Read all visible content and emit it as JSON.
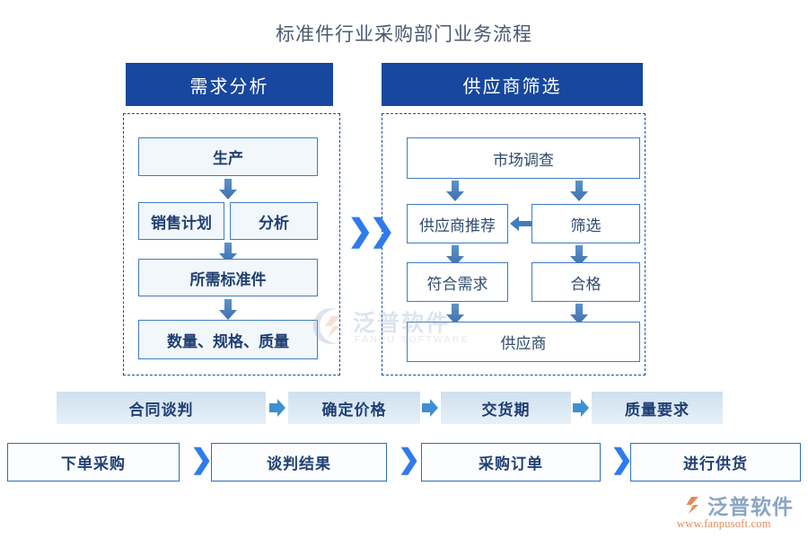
{
  "title": "标准件行业采购部门业务流程",
  "columns": [
    {
      "id": "demand-analysis",
      "header": "需求分析",
      "nodes": [
        {
          "key": "production",
          "label": "生产"
        },
        {
          "key": "sales-plan",
          "label": "销售计划"
        },
        {
          "key": "analysis",
          "label": "分析"
        },
        {
          "key": "required-standard-parts",
          "label": "所需标准件"
        },
        {
          "key": "qty-spec-quality",
          "label": "数量、规格、质量"
        }
      ]
    },
    {
      "id": "supplier-screening",
      "header": "供应商筛选",
      "nodes": [
        {
          "key": "market-research",
          "label": "市场调查"
        },
        {
          "key": "supplier-recommend",
          "label": "供应商推荐"
        },
        {
          "key": "screening",
          "label": "筛选"
        },
        {
          "key": "meets-requirements",
          "label": "符合需求"
        },
        {
          "key": "qualified",
          "label": "合格"
        },
        {
          "key": "supplier",
          "label": "供应商"
        }
      ]
    }
  ],
  "separator": {
    "mid_chevron": "❯❯",
    "row_chevron": "❯"
  },
  "band_negotiation": {
    "items": [
      {
        "key": "contract-negotiation",
        "label": "合同谈判"
      },
      {
        "key": "confirm-price",
        "label": "确定价格"
      },
      {
        "key": "delivery-period",
        "label": "交货期"
      },
      {
        "key": "quality-requirement",
        "label": "质量要求"
      }
    ]
  },
  "band_purchase": {
    "items": [
      {
        "key": "place-order",
        "label": "下单采购"
      },
      {
        "key": "negotiation-result",
        "label": "谈判结果"
      },
      {
        "key": "purchase-order",
        "label": "采购订单"
      },
      {
        "key": "supply-goods",
        "label": "进行供货"
      }
    ]
  },
  "watermark": {
    "brand": "泛普软件",
    "sub": "FANPU SOFTWARE"
  },
  "logo": {
    "brand": "泛普软件",
    "url": "www.fanpusoft.com"
  },
  "colors": {
    "header_blue": "#17479e",
    "accent_blue": "#2f7bed",
    "arrow_blue": "#4a86c5",
    "box_border": "#3f7cc0",
    "box_fill": "#f2f7fb",
    "band_fill": "#dce9f4",
    "text_dark_blue": "#1f3f73",
    "title_gray": "#4a5a70",
    "logo_orange": "#e58a5a"
  }
}
